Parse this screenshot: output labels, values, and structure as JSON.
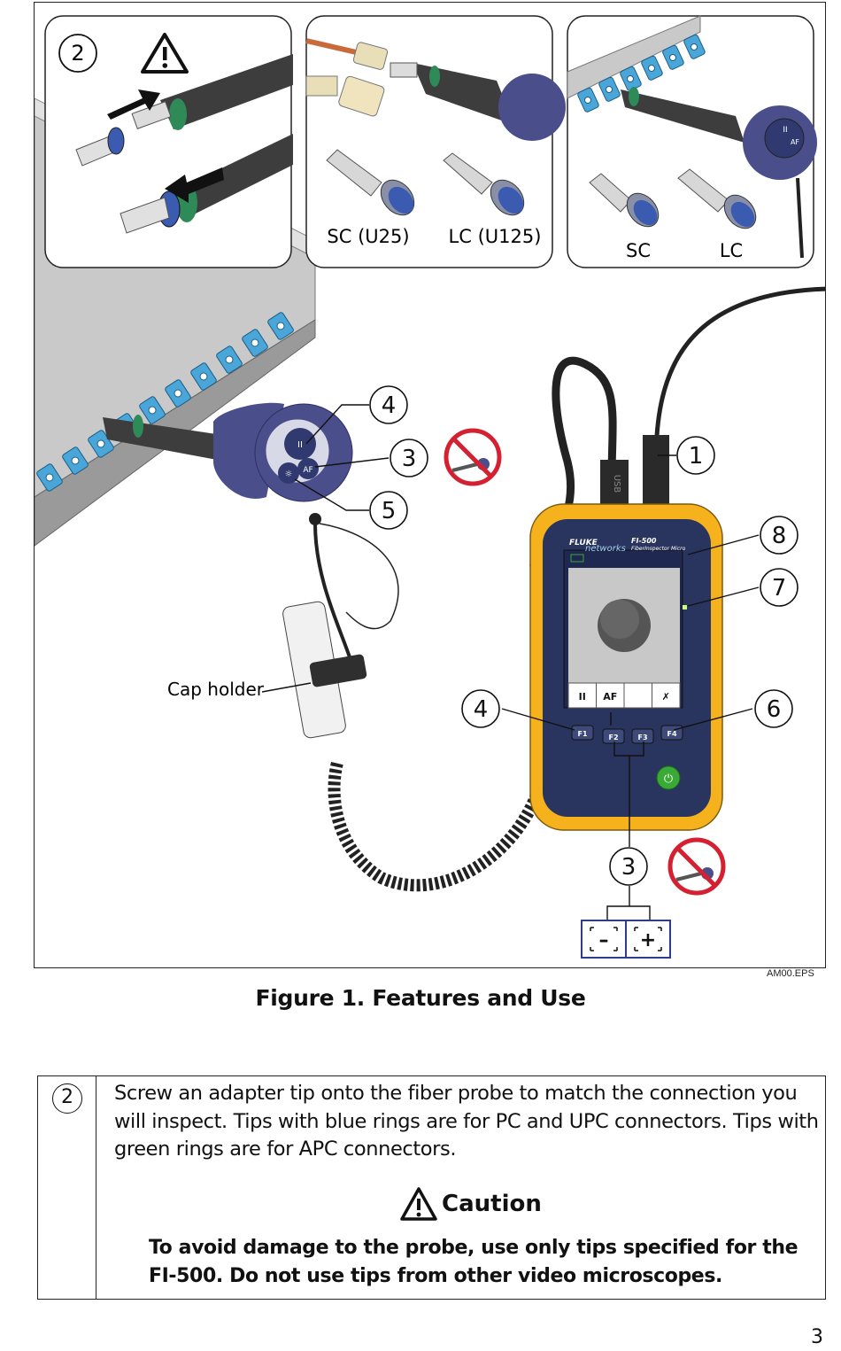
{
  "figure": {
    "callouts": {
      "step": "2",
      "probe_pause": "4",
      "probe_af": "3",
      "probe_light": "5",
      "usb": "1",
      "screen": "8",
      "led": "7",
      "f1": "4",
      "f4": "6",
      "f2f3": "3"
    },
    "labels": {
      "sc_u25": "SC (U25)",
      "lc_u125": "LC (U125)",
      "sc": "SC",
      "lc": "LC",
      "cap_holder": "Cap holder"
    },
    "device": {
      "brand_top": "FLUKE",
      "brand_bottom": "networks",
      "model": "FI-500",
      "model_sub": "FiberInspector Micro",
      "usb_port": "USB",
      "keys": [
        "F1",
        "F2",
        "F3",
        "F4"
      ],
      "softkeys": [
        "II",
        "AF",
        "",
        "✗"
      ],
      "probe_buttons": [
        "II",
        "AF"
      ]
    },
    "zoom_keys": [
      "–",
      "+"
    ],
    "colors": {
      "adapter_blue": "#3a5bb0",
      "probe_body": "#4a4f8c",
      "device_yellow": "#f5b21c",
      "device_navy": "#2a355f",
      "panel_port": "#4aa6d8",
      "probe_ring_green": "#2e8b57",
      "prohibit_red": "#d42030",
      "power_green": "#3aa935"
    }
  },
  "eps_label": "AM00.EPS",
  "caption": "Figure 1. Features and Use",
  "step": {
    "number": "2",
    "text": "Screw an adapter tip onto the fiber probe to match the connection you will inspect. Tips with blue rings are for PC and UPC connectors. Tips with green rings are for APC connectors.",
    "caution_title": "Caution",
    "caution_text": "To avoid damage to the probe, use only tips specified for the FI-500. Do not use tips from other video microscopes."
  },
  "page_number": "3"
}
